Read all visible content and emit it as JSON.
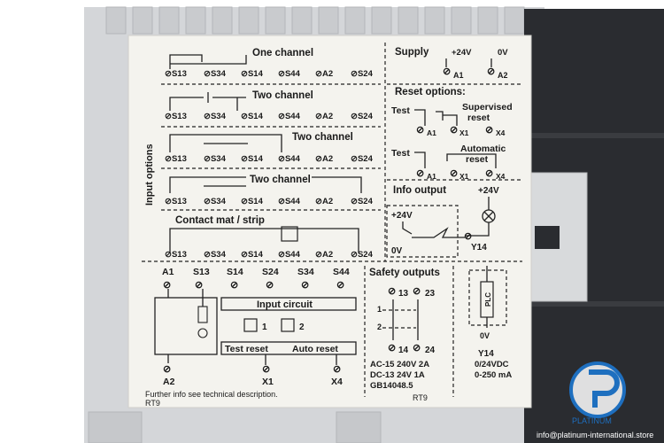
{
  "label": {
    "sidebar_title": "Input options",
    "input_options": [
      {
        "title": "One channel"
      },
      {
        "title": "Two channel"
      },
      {
        "title": "Two channel"
      },
      {
        "title": "Two channel"
      },
      {
        "title": "Contact mat / strip"
      }
    ],
    "terminal_row": [
      "S13",
      "S34",
      "S14",
      "S44",
      "A2",
      "S24"
    ],
    "supply": {
      "title": "Supply",
      "plus": "+24V",
      "zero": "0V",
      "t1": "A1",
      "t2": "A2"
    },
    "reset": {
      "title": "Reset options:",
      "test": "Test",
      "supervised": "Supervised",
      "supervised2": "reset",
      "automatic": "Automatic",
      "automatic2": "reset",
      "a1": "A1",
      "x1": "X1",
      "x4": "X4"
    },
    "info": {
      "title": "Info output",
      "plus_left": "+24V",
      "zero_left": "0V",
      "plus_right": "+24V",
      "y14": "Y14",
      "plc": "PLC",
      "zero_right": "0V"
    },
    "bottom": {
      "terminals": [
        "A1",
        "S13",
        "S14",
        "S24",
        "S34",
        "S44"
      ],
      "input_circuit": "Input circuit",
      "k1": "1",
      "k2": "2",
      "test_reset": "Test reset",
      "auto_reset": "Auto reset",
      "a2": "A2",
      "x1": "X1",
      "x4": "X4",
      "further": "Further info see technical description.",
      "rt9_left": "RT9",
      "safety_title": "Safety outputs",
      "t13": "13",
      "t23": "23",
      "t14": "14",
      "t24": "24",
      "c1": "1",
      "c2": "2",
      "rating1": "AC-15 240V 2A",
      "rating2": "DC-13 24V 1A",
      "rating3": "GB14048.5",
      "rt9_right": "RT9",
      "y14_title": "Y14",
      "y14_v": "0/24VDC",
      "y14_ma": "0-250 mA"
    }
  },
  "watermark": {
    "brand": "PLATINUM",
    "email": "info@platinum-international.store"
  },
  "colors": {
    "label_bg": "#f4f3ee",
    "housing": "#d4d6d9",
    "dark_module": "#2a2c30",
    "ink": "#1a1a1a",
    "watermark": "#1e6fbf"
  }
}
